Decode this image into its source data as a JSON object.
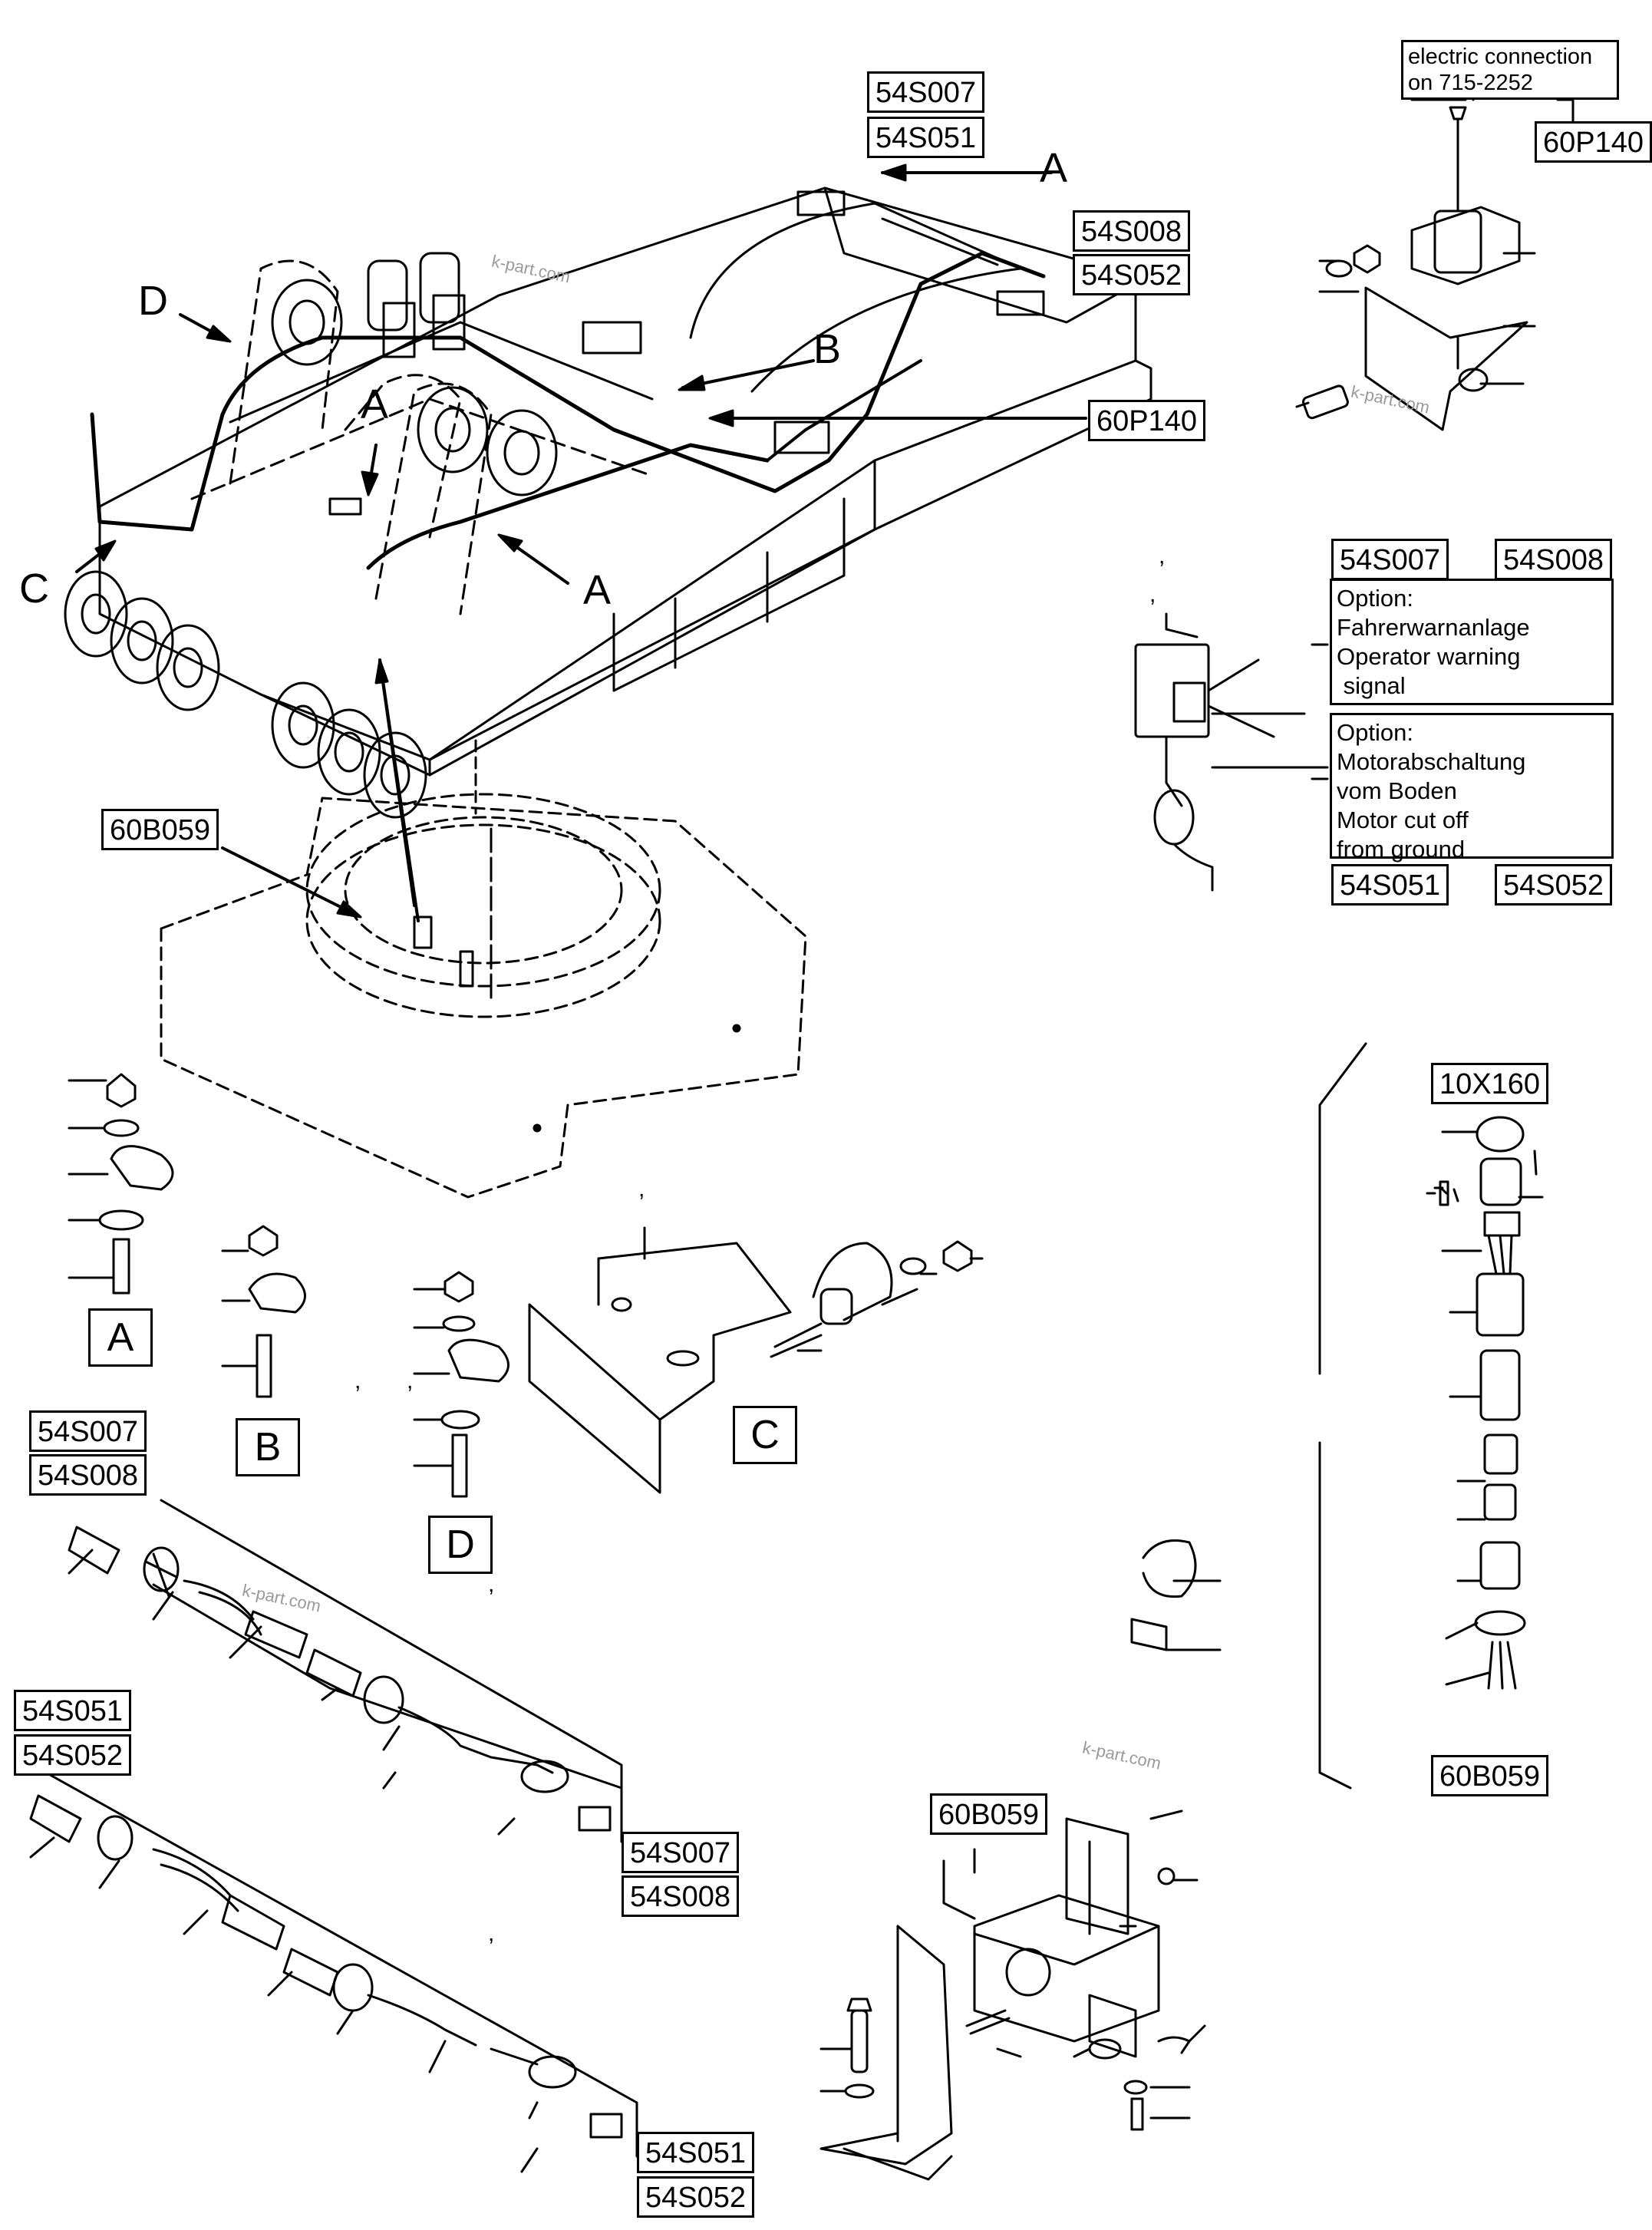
{
  "callouts": {
    "a54s007_top": "54S007",
    "a54s051_top": "54S051",
    "a54s008_top": "54S008",
    "a54s052_top": "54S052",
    "a60p140_main": "60P140",
    "a60p140_detail": "60P140",
    "a60b059_main": "60B059",
    "a10x160": "10X160",
    "a60b059_plug": "60B059",
    "a54s007_opt": "54S007",
    "a54s008_opt": "54S008",
    "a54s051_opt": "54S051",
    "a54s052_opt": "54S052",
    "a54s007_cable1": "54S007",
    "a54s008_cable1": "54S008",
    "a54s051_cable2": "54S051",
    "a54s052_cable2": "54S052",
    "a54s007_end1": "54S007",
    "a54s008_end1": "54S008",
    "a54s051_end2": "54S051",
    "a54s052_end2": "54S052",
    "a60b059_bracket": "60B059"
  },
  "electric_connection": {
    "line1": "electric connection",
    "line2": "on 715-2252"
  },
  "option_warning": {
    "l1": "Option:",
    "l2": "Fahrerwarnanlage",
    "l3": "Operator warning",
    "l4": " signal"
  },
  "option_cutoff": {
    "l1": "Option:",
    "l2": "Motorabschaltung",
    "l3": "vom Boden",
    "l4": "Motor cut off",
    "l5": "from ground"
  },
  "view_letters": {
    "a1": "A",
    "a2": "A",
    "a3": "A",
    "b": "B",
    "c": "C",
    "d": "D",
    "box_a": "A",
    "box_b": "B",
    "box_c": "C",
    "box_d": "D"
  },
  "ticks": {
    "t1": ",",
    "t2": ",",
    "t3": ",",
    "t4": ",",
    "t5": ",",
    "t6": ",",
    "t7": ","
  },
  "watermark": {
    "w1": "k-part.com",
    "w2": "k-part.com",
    "w3": "k-part.com",
    "w4": "k-part.com"
  }
}
